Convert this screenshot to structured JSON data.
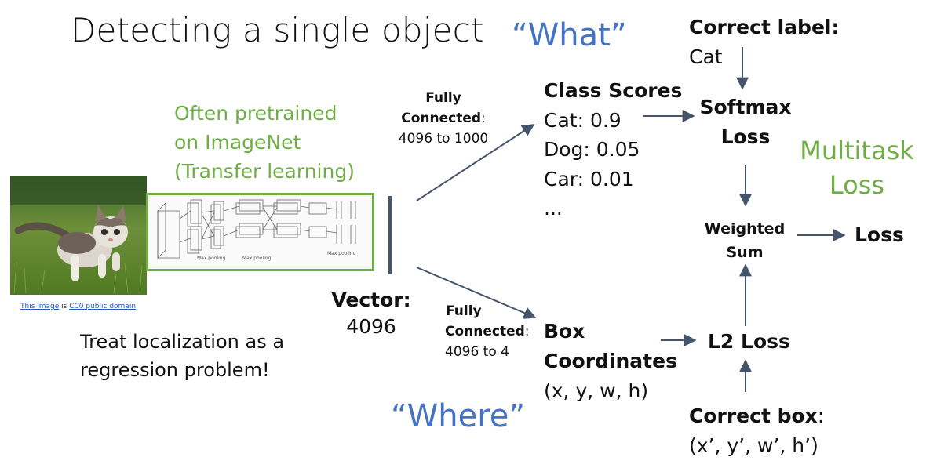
{
  "title": "Detecting a single object",
  "what_label": "“What”",
  "where_label": "“Where”",
  "pretrained": {
    "line1": "Often pretrained",
    "line2": "on ImageNet",
    "line3": "(Transfer learning)"
  },
  "image_credit": {
    "link1": "This image",
    "mid": " is ",
    "link2": "CC0 public domain"
  },
  "localization_note": {
    "line1": "Treat localization as a",
    "line2": "regression problem!"
  },
  "vector": {
    "label": "Vector:",
    "size": "4096"
  },
  "fc_top": {
    "line1": "Fully",
    "line2": "Connected",
    "colon": ":",
    "line3": "4096 to 1000"
  },
  "fc_bottom": {
    "line1": "Fully",
    "line2": "Connected",
    "colon": ":",
    "line3": "4096 to 4"
  },
  "class_scores": {
    "heading": "Class Scores",
    "items": [
      "Cat: 0.9",
      "Dog: 0.05",
      "Car: 0.01",
      "..."
    ]
  },
  "box_coords": {
    "line1": "Box",
    "line2": "Coordinates",
    "line3": "(x, y, w, h)"
  },
  "correct_label": {
    "heading": "Correct label:",
    "value": "Cat"
  },
  "softmax": {
    "line1": "Softmax",
    "line2": "Loss"
  },
  "multitask": {
    "line1": "Multitask",
    "line2": "Loss"
  },
  "weighted_sum": {
    "line1": "Weighted",
    "line2": "Sum"
  },
  "loss": "Loss",
  "l2_loss": "L2 Loss",
  "correct_box": {
    "heading": "Correct box",
    "colon": ":",
    "value": "(x’, y’, w’, h’)"
  },
  "cnn_labels": [
    "Max pooling",
    "Max pooling",
    "Max pooling"
  ],
  "colors": {
    "accent_blue": "#4472c4",
    "accent_green": "#70ad47",
    "arrow": "#44546a"
  }
}
